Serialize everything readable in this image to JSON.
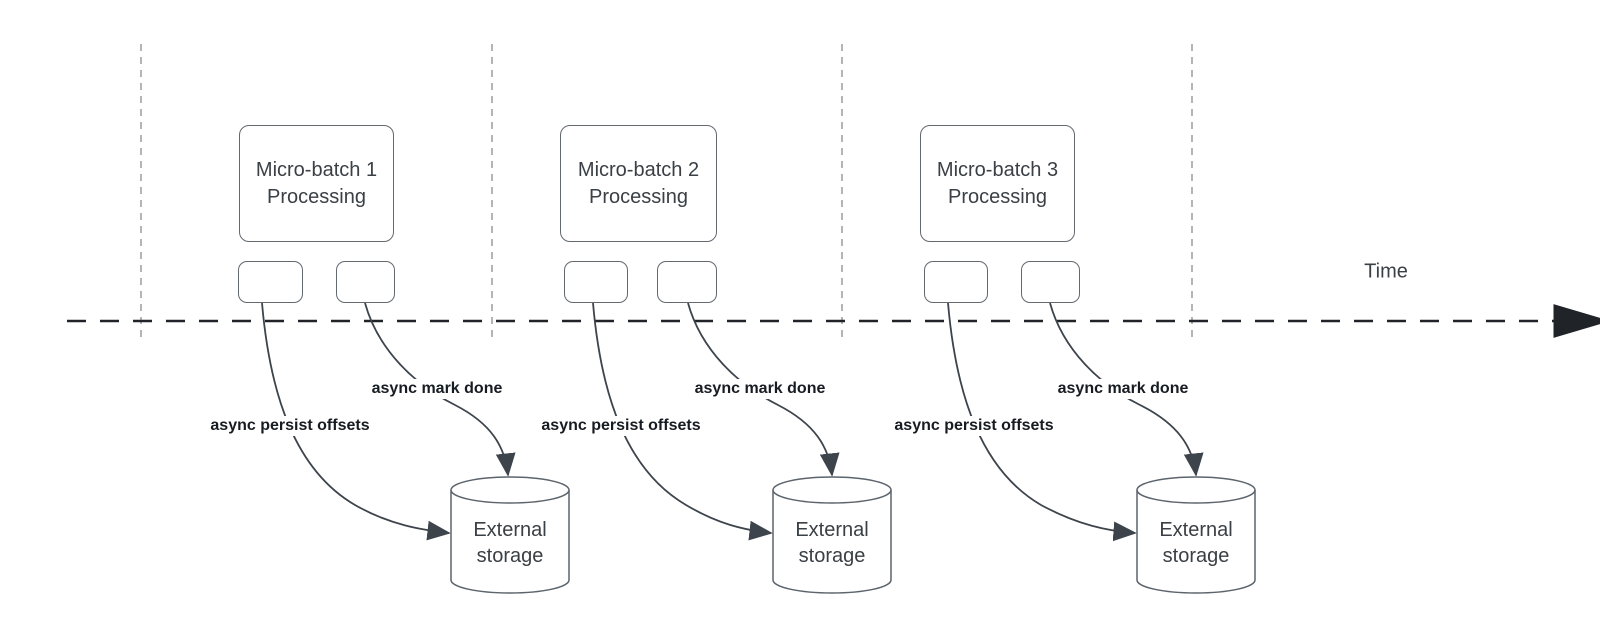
{
  "diagram": {
    "time_label": "Time",
    "batches": [
      {
        "box_label": "Micro-batch 1\nProcessing",
        "persist_label": "async persist offsets",
        "mark_label": "async mark done",
        "storage_label": "External\nstorage"
      },
      {
        "box_label": "Micro-batch 2\nProcessing",
        "persist_label": "async persist offsets",
        "mark_label": "async mark done",
        "storage_label": "External\nstorage"
      },
      {
        "box_label": "Micro-batch 3\nProcessing",
        "persist_label": "async persist offsets",
        "mark_label": "async mark done",
        "storage_label": "External\nstorage"
      }
    ],
    "colors": {
      "background": "#ffffff",
      "arrow_stroke": "#3d444c",
      "timeline_stroke": "#202327",
      "guide_line": "#a8a8a8",
      "box_border": "#63696f",
      "box_text": "#3a4045",
      "flow_label_text": "#171c22"
    }
  }
}
